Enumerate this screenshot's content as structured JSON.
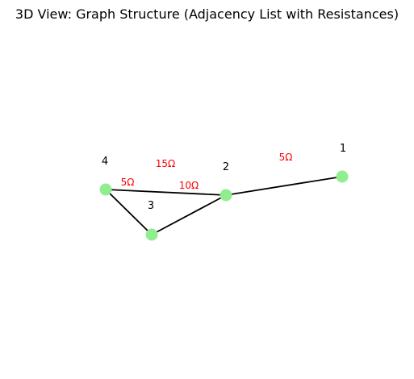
{
  "title": "3D View: Graph Structure (Adjacency List with Resistances)",
  "colors": {
    "node": "#90ee90",
    "edge": "#000000",
    "edge_label": "#ff0000"
  },
  "nodes": [
    {
      "id": "1",
      "label": "1"
    },
    {
      "id": "2",
      "label": "2"
    },
    {
      "id": "3",
      "label": "3"
    },
    {
      "id": "4",
      "label": "4"
    }
  ],
  "edges": [
    {
      "from": "1",
      "to": "2",
      "label": "5Ω"
    },
    {
      "from": "2",
      "to": "3",
      "label": "10Ω"
    },
    {
      "from": "2",
      "to": "4",
      "label": "15Ω"
    },
    {
      "from": "3",
      "to": "4",
      "label": "5Ω"
    }
  ]
}
